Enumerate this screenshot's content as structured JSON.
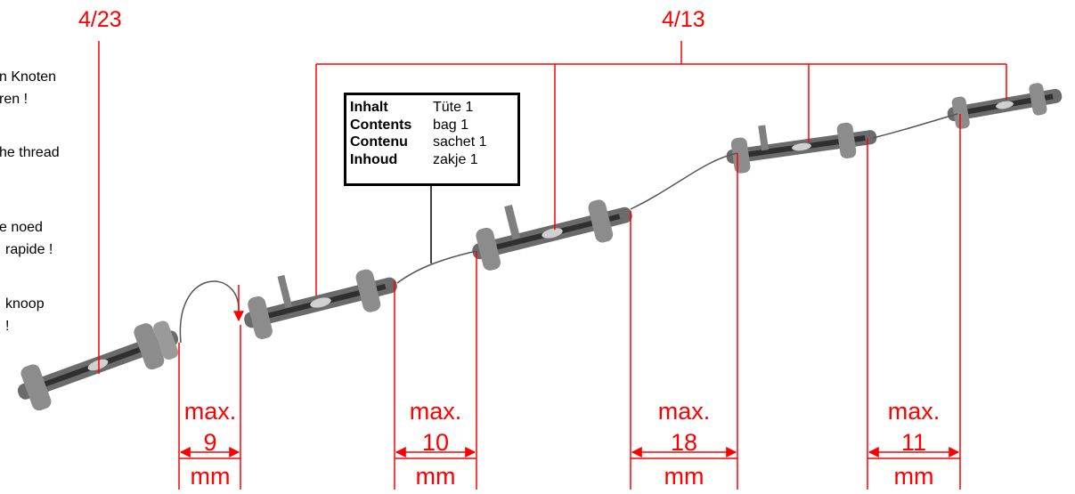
{
  "part_refs": {
    "left": "4/23",
    "right": "4/13"
  },
  "side_notes": [
    "n Knoten",
    "ren !",
    "he thread",
    "e noed",
    "rapide !",
    "knoop",
    "!"
  ],
  "contents": [
    {
      "label": "Inhalt",
      "value": "Tüte 1"
    },
    {
      "label": "Contents",
      "value": "bag 1"
    },
    {
      "label": "Contenu",
      "value": "sachet 1"
    },
    {
      "label": "Inhoud",
      "value": "zakje 1"
    }
  ],
  "gaps": [
    {
      "prefix": "max.",
      "value": "9",
      "unit": "mm"
    },
    {
      "prefix": "max.",
      "value": "10",
      "unit": "mm"
    },
    {
      "prefix": "max.",
      "value": "18",
      "unit": "mm"
    },
    {
      "prefix": "max.",
      "value": "11",
      "unit": "mm"
    }
  ],
  "colors": {
    "annotation": "#ff0000",
    "part": "#7a7a7a"
  }
}
